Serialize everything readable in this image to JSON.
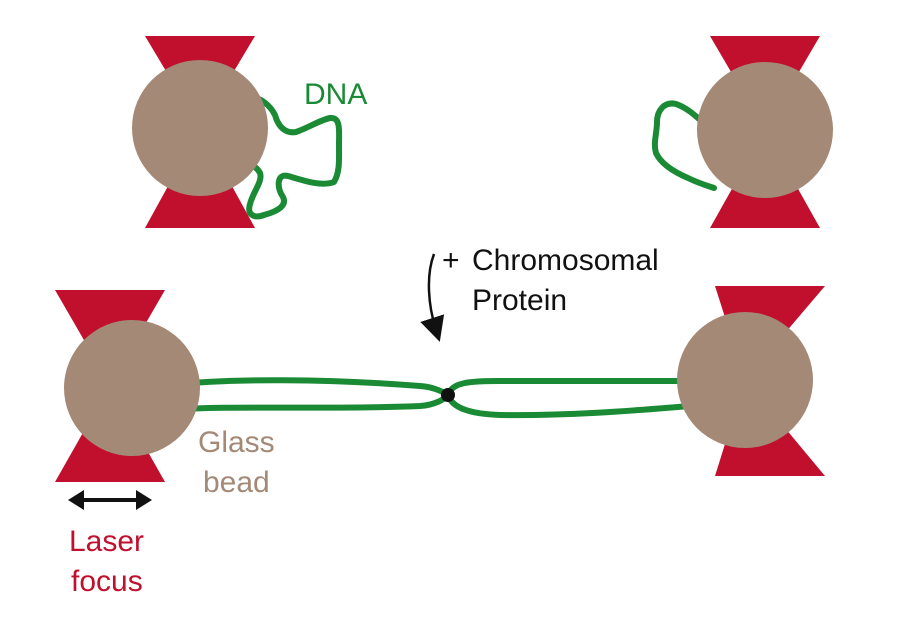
{
  "colors": {
    "laser": "#c0102e",
    "bead": "#a48977",
    "dna": "#1a8a35",
    "text": "#111111"
  },
  "labels": {
    "dna": "DNA",
    "plus": "+",
    "chromosomal": "Chromosomal",
    "protein": "Protein",
    "glass": "Glass",
    "bead": "bead",
    "laser": "Laser",
    "focus": "focus"
  }
}
